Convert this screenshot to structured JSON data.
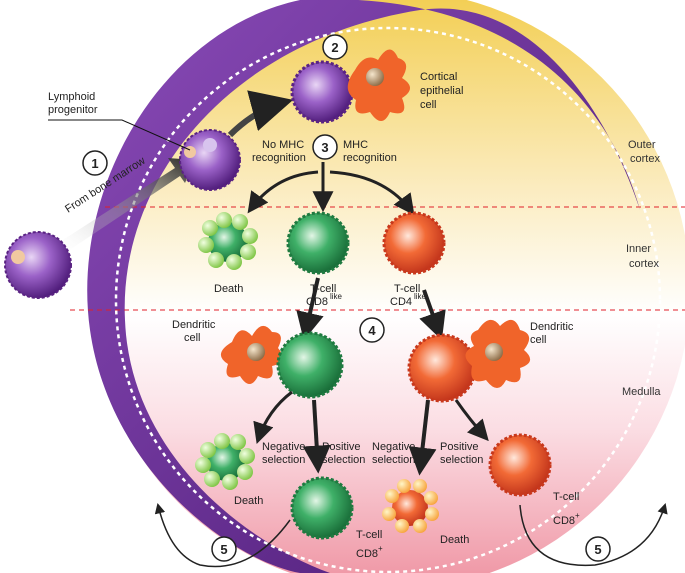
{
  "labels": {
    "lymphoid_progenitor": [
      "Lymphoid",
      "progenitor"
    ],
    "from_bone_marrow": "From bone marrow",
    "cortical_epithelial": [
      "Cortical",
      "epithelial",
      "cell"
    ],
    "no_mhc": [
      "No MHC",
      "recognition"
    ],
    "mhc": [
      "MHC",
      "recognition"
    ],
    "death_inner": "Death",
    "tcell_cd8like": [
      "T-cell",
      "CD8",
      "like"
    ],
    "tcell_cd4like": [
      "T-cell",
      "CD4",
      "like"
    ],
    "dendritic_left": [
      "Dendritic",
      "cell"
    ],
    "dendritic_right": [
      "Dendritic",
      "cell"
    ],
    "neg_sel_left": [
      "Negative",
      "selection"
    ],
    "pos_sel_left": [
      "Positive",
      "selection"
    ],
    "neg_sel_right": [
      "Negative",
      "selection"
    ],
    "pos_sel_right": [
      "Positive",
      "selection"
    ],
    "death_left": "Death",
    "death_right": "Death",
    "tcell_cd8_bottom": [
      "T-cell",
      "CD8",
      "+"
    ],
    "tcell_cd8_right": [
      "T-cell",
      "CD8",
      "+"
    ]
  },
  "zones": {
    "outer": [
      "Outer",
      "cortex"
    ],
    "inner": [
      "Inner",
      "cortex"
    ],
    "medulla": "Medulla"
  },
  "steps": [
    "1",
    "2",
    "3",
    "4",
    "5",
    "5"
  ],
  "colors": {
    "purple": "#6a2c91",
    "green": "#2e9a55",
    "orange": "#f15a29",
    "red_dash": "#e0202a",
    "epithelial": "#f0642a"
  }
}
